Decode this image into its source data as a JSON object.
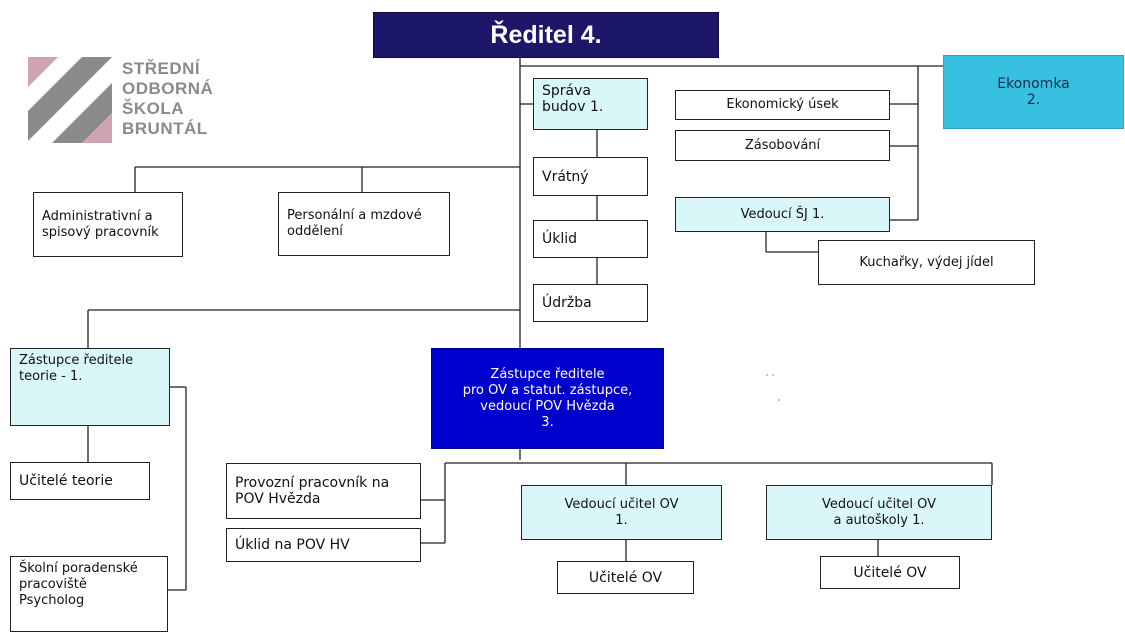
{
  "logo": {
    "lines": [
      "STŘEDNÍ",
      "ODBORNÁ",
      "ŠKOLA",
      "BRUNTÁL"
    ],
    "colors": {
      "mauve": "#cfa3b4",
      "gray": "#8a8a8a"
    }
  },
  "colors": {
    "title_bg": "#1c1769",
    "deputy_bg": "#0000cc",
    "ekonomka_bg": "#37c0e0",
    "light_cyan": "#d9f7f8",
    "line": "#222222"
  },
  "nodes": {
    "reditel": "Ředitel 4.",
    "ekonomka": "Ekonomka\n2.",
    "sprava_budov": "Správa\nbudov 1.",
    "vratny": "Vrátný",
    "uklid": "Úklid",
    "udrzba": "Údržba",
    "ekonomicky_usek": "Ekonomický úsek",
    "zasobovani": "Zásobování",
    "vedouci_sj": "Vedoucí ŠJ 1.",
    "kucharky": "Kuchařky, výdej jídel",
    "administrativni": "Administrativní a\nspisový pracovník",
    "personalni": "Personální a mzdové\n oddělení",
    "zastupce_teorie": "Zástupce ředitele\nteorie - 1.",
    "zastupce_ov": "Zástupce ředitele\npro OV a statut. zástupce,\nvedoucí  POV Hvězda\n3.",
    "ucitele_teorie": "Učitelé teorie",
    "skolni_poradenske": "Školní poradenské\npracoviště\nPsycholog",
    "provozni": "Provozní pracovník na\nPOV Hvězda",
    "uklid_pov": "Úklid na POV HV",
    "vedouci_ucitel_ov": "Vedoucí učitel OV\n1.",
    "vedouci_ucitel_autoskoly": "Vedoucí učitel OV\na autoškoly 1.",
    "ucitele_ov_1": "Učitelé OV",
    "ucitele_ov_2": "Učitelé OV"
  }
}
